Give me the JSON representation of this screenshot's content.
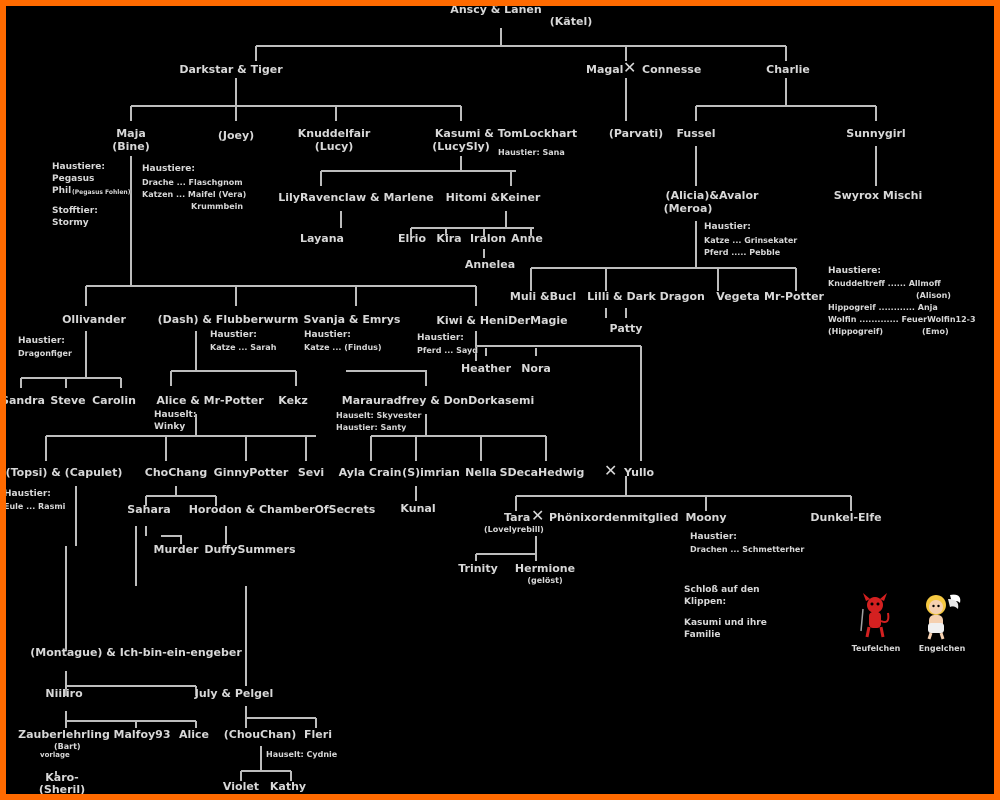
{
  "root": {
    "couple": "Anscy  &  Lanen",
    "sub": "(Kätel)"
  },
  "gen1": {
    "darkstar_tiger": "Darkstar & Tiger",
    "magal": "Magal",
    "connesse": "Connesse",
    "charlie": "Charlie"
  },
  "gen2": {
    "maja": "Maja",
    "maja_sub": "(Bine)",
    "joey": "(Joey)",
    "knuddelfair": "Knuddelfair",
    "knuddelfair_sub": "(Lucy)",
    "kasumi": "Kasumi  & TomLockhart",
    "kasumi_sub": "(LucySly)",
    "kasumi_pet": "Haustier: Sana",
    "parvati": "(Parvati)",
    "fussel": "Fussel",
    "sunnygirl": "Sunnygirl"
  },
  "pets": {
    "maja_title": "Haustiere:",
    "maja_1": "Pegasus",
    "maja_2": "Phil",
    "maja_2b": "(Pegasus Fohlen)",
    "maja_3": "Stofftier:",
    "maja_4": "Stormy",
    "ds_title": "Haustiere:",
    "ds_1": "Drache ... Flaschgnom",
    "ds_2": "Katzen ... Maifel (Vera)",
    "ds_3": "Krummbein",
    "oll_title": "Haustier:",
    "oll_1": "Dragonfiger",
    "dash_title": "Haustier:",
    "dash_1": "Katze ... Sarah",
    "svanja_title": "Haustier:",
    "svanja_1": "Katze ... (Findus)",
    "kiwi_title": "Haustier:",
    "kiwi_1": "Pferd ... Sayd",
    "alice_title": "Hauselt:",
    "alice_1": "Winky",
    "mara_1": "Hauselt: Skyvester",
    "mara_2": "Haustier: Santy",
    "topsi_title": "Haustier:",
    "topsi_1": "Eule ... Rasmi",
    "avatar_title": "Haustier:",
    "avatar_1": "Katze ... Grinsekater",
    "avatar_2": "Pferd ..... Pebble",
    "right_title": "Haustiere:",
    "right_1": "Knuddeltreff ...... Allmoff",
    "right_1b": "(Alison)",
    "right_2": "Hippogreif ............ Anja",
    "right_3": "Wolfin ............. FeuerWolfin12-3",
    "right_4": "(Hippogreif)",
    "right_4b": "(Emo)",
    "moony_title": "Haustier:",
    "moony_1": "Drachen ... Schmetterher",
    "chou_1": "Hauselt: Cydnie"
  },
  "gen3": {
    "lily": "LilyRavenclaw  & Marlene",
    "hitomi": "Hitomi &Keiner",
    "layana": "Layana",
    "elrio": "Elrio",
    "kira": "Kira",
    "iralon": "Iralon",
    "anne": "Anne",
    "annelea": "Annelea",
    "avalor": "(Alicia)&Avalor",
    "avalor_sub": "(Meroa)",
    "swyrox": "Swyrox  Mischi",
    "muli": "Muli &Bucl",
    "lilli": "Lilli  & Dark Dragon",
    "vegeta": "Vegeta",
    "mrpotter_r": "Mr-Potter",
    "patty": "Patty"
  },
  "gen4": {
    "ollivander": "Ollivander",
    "dash": "(Dash) & Flubberwurm",
    "svanja": "Svanja & Emrys",
    "kiwi": "Kiwi  & HeniDerMagie",
    "sandra": "Sandra",
    "steve": "Steve",
    "carolin": "Carolin",
    "heather": "Heather",
    "nora": "Nora",
    "alice": "Alice  & Mr-Potter",
    "kekz": "Kekz",
    "mara": "Marauradfrey & DonDorkasemi",
    "topsi": "(Topsi) & (Capulet)",
    "chochang": "ChoChang",
    "ginny": "GinnyPotter",
    "sevi": "Sevi",
    "ayla": "Ayla Crain",
    "s_imrian": "(S)imrian",
    "nella": "Nella",
    "sdeca": "SDecaHedwig",
    "kunal": "Kunal",
    "yullo": "Yullo",
    "tara": "Tara",
    "phoenix": "Phönixordenmitglied",
    "tara_sub": "(Lovelyrebill)",
    "moony": "Moony",
    "dunkel": "Dunkel-Elfe",
    "trinity": "Trinity",
    "hermione": "Hermione",
    "hermione_sub": "(gelöst)",
    "sahara": "Sahara",
    "horodon": "Horodon &  ChamberOfSecrets",
    "murder": "Murder",
    "duffy": "DuffySummers",
    "montague": "(Montague) & Ich-bin-ein-engeber",
    "niiliro": "Niiliro",
    "july": "July  & Pelgel",
    "zauber": "Zauberlehrling",
    "zauber_sub": "(Bart)",
    "zauber_note": "vorlage",
    "malfoy": "Malfoy93",
    "alice2": "Alice",
    "chou": "(ChouChan)",
    "fleri": "Fleri",
    "karo": "Karo-",
    "karo_sub": "(Sheril)",
    "violet": "Violet",
    "kathy": "Kathy"
  },
  "notes": {
    "castle_1": "Schloß auf den",
    "castle_2": "Klippen:",
    "castle_3": "Kasumi und ihre",
    "castle_4": "Familie",
    "devil": "Teufelchen",
    "angel": "Engelchen"
  }
}
